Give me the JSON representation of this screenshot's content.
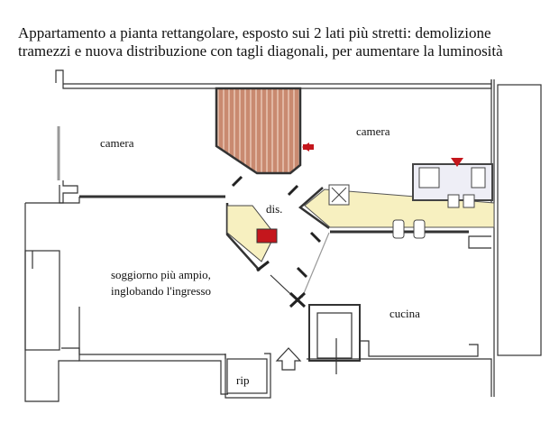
{
  "title": {
    "line1": "Appartamento a pianta rettangolare, esposto sui 2 lati più stretti: demolizione",
    "line2": "tramezzi e nuova distribuzione con tagli diagonali, per aumentare la luminosità"
  },
  "rooms": {
    "camera_left": "camera",
    "camera_right": "camera",
    "dis": "dis.",
    "soggiorno_line1": "soggiorno più ampio,",
    "soggiorno_line2": "inglobando l'ingresso",
    "cucina": "cucina",
    "rip": "rip"
  },
  "colors": {
    "wardrobe": "#b8735a",
    "bath": "#f7f0c0",
    "accent": "#c4161c",
    "wall": "#333333"
  }
}
